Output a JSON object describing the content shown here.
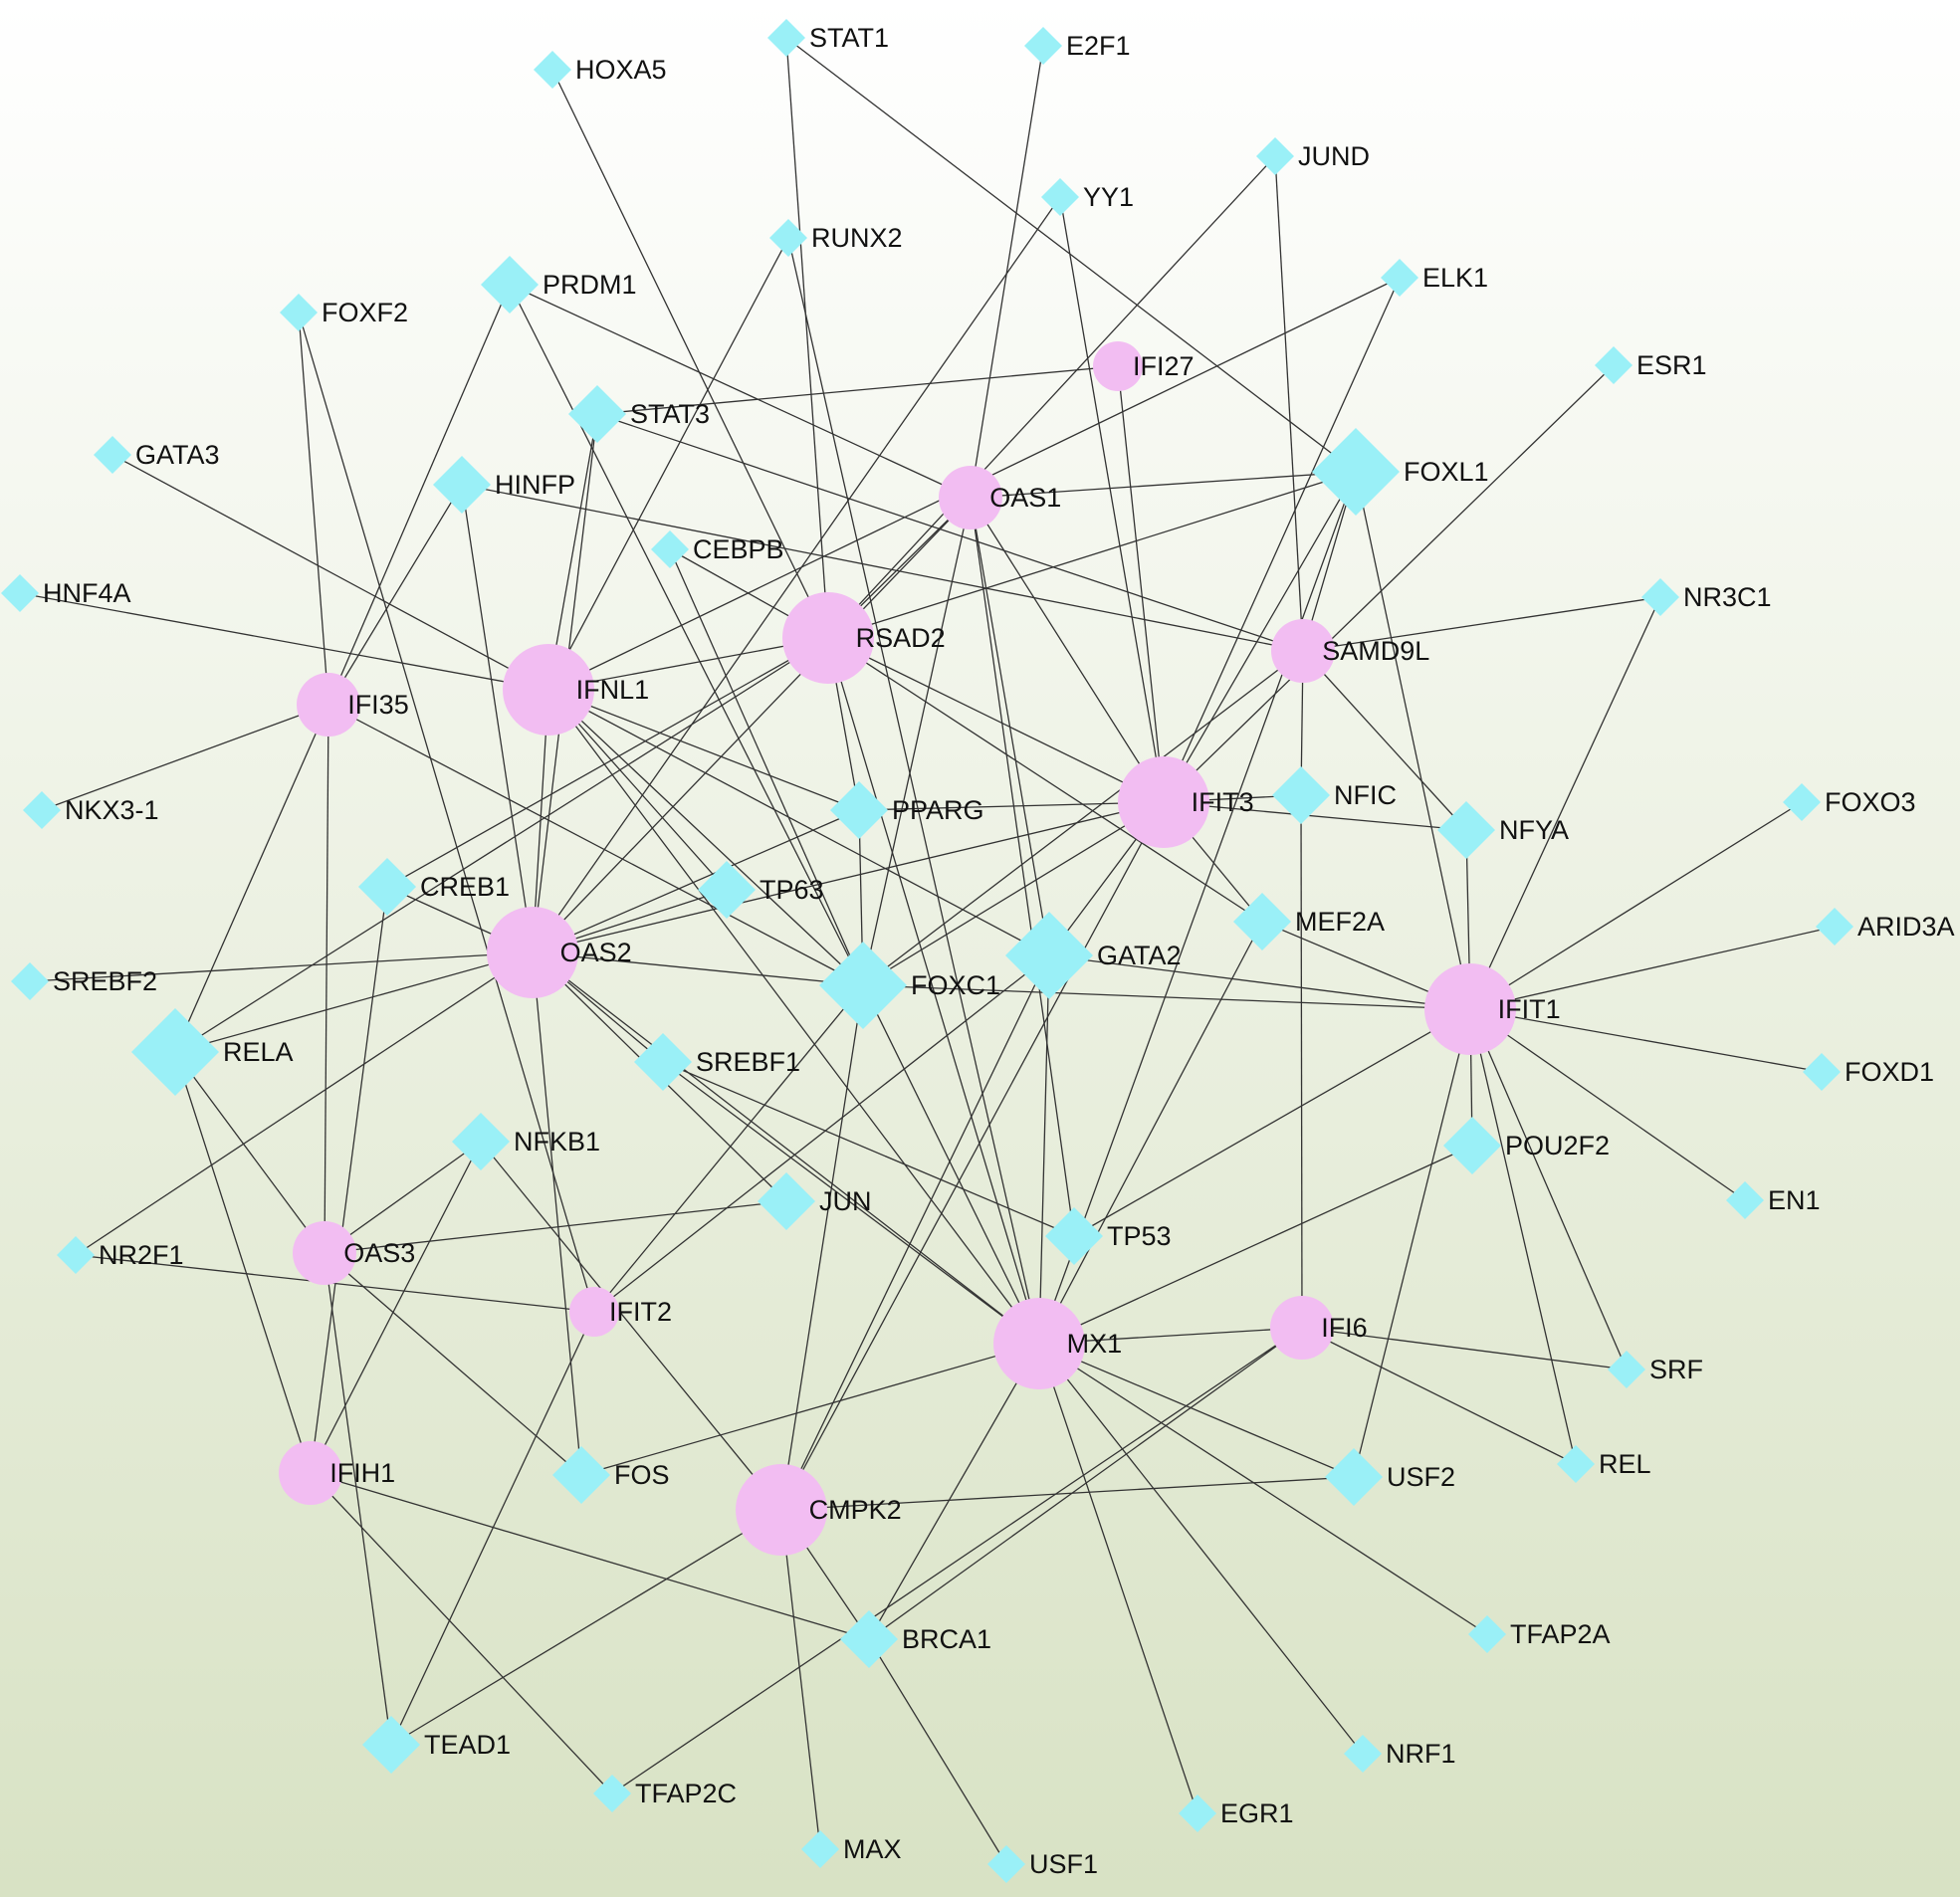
{
  "colors": {
    "gene_node": "#f2bdf2",
    "tf_node": "#9af0f7",
    "edge": "#333333",
    "background_top": "#ffffff",
    "background_bottom": "#d8e2c4"
  },
  "nodes": [
    {
      "id": "STAT1",
      "type": "tf",
      "size": "s"
    },
    {
      "id": "E2F1",
      "type": "tf",
      "size": "s"
    },
    {
      "id": "HOXA5",
      "type": "tf",
      "size": "s"
    },
    {
      "id": "JUND",
      "type": "tf",
      "size": "s"
    },
    {
      "id": "YY1",
      "type": "tf",
      "size": "s"
    },
    {
      "id": "RUNX2",
      "type": "tf",
      "size": "s"
    },
    {
      "id": "ELK1",
      "type": "tf",
      "size": "s"
    },
    {
      "id": "PRDM1",
      "type": "tf",
      "size": "m"
    },
    {
      "id": "FOXF2",
      "type": "tf",
      "size": "s"
    },
    {
      "id": "IFI27",
      "type": "gene",
      "size": "s"
    },
    {
      "id": "ESR1",
      "type": "tf",
      "size": "s"
    },
    {
      "id": "STAT3",
      "type": "tf",
      "size": "m"
    },
    {
      "id": "GATA3",
      "type": "tf",
      "size": "s"
    },
    {
      "id": "FOXL1",
      "type": "tf",
      "size": "l"
    },
    {
      "id": "HINFP",
      "type": "tf",
      "size": "m"
    },
    {
      "id": "OAS1",
      "type": "gene",
      "size": "m"
    },
    {
      "id": "CEBPB",
      "type": "tf",
      "size": "s"
    },
    {
      "id": "HNF4A",
      "type": "tf",
      "size": "s"
    },
    {
      "id": "NR3C1",
      "type": "tf",
      "size": "s"
    },
    {
      "id": "RSAD2",
      "type": "gene",
      "size": "l"
    },
    {
      "id": "SAMD9L",
      "type": "gene",
      "size": "m"
    },
    {
      "id": "IFNL1",
      "type": "gene",
      "size": "l"
    },
    {
      "id": "IFI35",
      "type": "gene",
      "size": "m"
    },
    {
      "id": "NKX3-1",
      "type": "tf",
      "size": "s"
    },
    {
      "id": "FOXO3",
      "type": "tf",
      "size": "s"
    },
    {
      "id": "IFIT3",
      "type": "gene",
      "size": "l"
    },
    {
      "id": "NFIC",
      "type": "tf",
      "size": "m"
    },
    {
      "id": "PPARG",
      "type": "tf",
      "size": "m"
    },
    {
      "id": "NFYA",
      "type": "tf",
      "size": "m"
    },
    {
      "id": "CREB1",
      "type": "tf",
      "size": "m"
    },
    {
      "id": "TP63",
      "type": "tf",
      "size": "m"
    },
    {
      "id": "MEF2A",
      "type": "tf",
      "size": "m"
    },
    {
      "id": "ARID3A",
      "type": "tf",
      "size": "s"
    },
    {
      "id": "OAS2",
      "type": "gene",
      "size": "l"
    },
    {
      "id": "GATA2",
      "type": "tf",
      "size": "l"
    },
    {
      "id": "SREBF2",
      "type": "tf",
      "size": "s"
    },
    {
      "id": "FOXC1",
      "type": "tf",
      "size": "l"
    },
    {
      "id": "IFIT1",
      "type": "gene",
      "size": "l"
    },
    {
      "id": "RELA",
      "type": "tf",
      "size": "l"
    },
    {
      "id": "SREBF1",
      "type": "tf",
      "size": "m"
    },
    {
      "id": "FOXD1",
      "type": "tf",
      "size": "s"
    },
    {
      "id": "NFKB1",
      "type": "tf",
      "size": "m"
    },
    {
      "id": "POU2F2",
      "type": "tf",
      "size": "m"
    },
    {
      "id": "EN1",
      "type": "tf",
      "size": "s"
    },
    {
      "id": "JUN",
      "type": "tf",
      "size": "m"
    },
    {
      "id": "NR2F1",
      "type": "tf",
      "size": "s"
    },
    {
      "id": "OAS3",
      "type": "gene",
      "size": "m"
    },
    {
      "id": "TP53",
      "type": "tf",
      "size": "m"
    },
    {
      "id": "IFIT2",
      "type": "gene",
      "size": "s"
    },
    {
      "id": "IFI6",
      "type": "gene",
      "size": "m"
    },
    {
      "id": "MX1",
      "type": "gene",
      "size": "l"
    },
    {
      "id": "SRF",
      "type": "tf",
      "size": "s"
    },
    {
      "id": "IFIH1",
      "type": "gene",
      "size": "m"
    },
    {
      "id": "FOS",
      "type": "tf",
      "size": "m"
    },
    {
      "id": "USF2",
      "type": "tf",
      "size": "m"
    },
    {
      "id": "REL",
      "type": "tf",
      "size": "s"
    },
    {
      "id": "CMPK2",
      "type": "gene",
      "size": "l"
    },
    {
      "id": "BRCA1",
      "type": "tf",
      "size": "m"
    },
    {
      "id": "TFAP2A",
      "type": "tf",
      "size": "s"
    },
    {
      "id": "TEAD1",
      "type": "tf",
      "size": "m"
    },
    {
      "id": "NRF1",
      "type": "tf",
      "size": "s"
    },
    {
      "id": "TFAP2C",
      "type": "tf",
      "size": "s"
    },
    {
      "id": "EGR1",
      "type": "tf",
      "size": "s"
    },
    {
      "id": "MAX",
      "type": "tf",
      "size": "s"
    },
    {
      "id": "USF1",
      "type": "tf",
      "size": "s"
    }
  ],
  "edges": [
    [
      "STAT1",
      "RSAD2"
    ],
    [
      "STAT1",
      "FOXL1"
    ],
    [
      "E2F1",
      "OAS1"
    ],
    [
      "HOXA5",
      "RSAD2"
    ],
    [
      "JUND",
      "RSAD2"
    ],
    [
      "JUND",
      "SAMD9L"
    ],
    [
      "YY1",
      "IFIT3"
    ],
    [
      "YY1",
      "OAS2"
    ],
    [
      "RUNX2",
      "IFNL1"
    ],
    [
      "RUNX2",
      "MX1"
    ],
    [
      "ELK1",
      "IFIT3"
    ],
    [
      "ELK1",
      "IFNL1"
    ],
    [
      "PRDM1",
      "OAS1"
    ],
    [
      "PRDM1",
      "IFI35"
    ],
    [
      "PRDM1",
      "FOXC1"
    ],
    [
      "FOXF2",
      "IFI35"
    ],
    [
      "FOXF2",
      "IFIT2"
    ],
    [
      "IFI27",
      "STAT3"
    ],
    [
      "IFI27",
      "IFIT3"
    ],
    [
      "ESR1",
      "IFIT3"
    ],
    [
      "STAT3",
      "SAMD9L"
    ],
    [
      "STAT3",
      "IFNL1"
    ],
    [
      "STAT3",
      "OAS2"
    ],
    [
      "GATA3",
      "IFNL1"
    ],
    [
      "FOXL1",
      "OAS1"
    ],
    [
      "FOXL1",
      "RSAD2"
    ],
    [
      "FOXL1",
      "SAMD9L"
    ],
    [
      "FOXL1",
      "IFIT3"
    ],
    [
      "FOXL1",
      "IFIT1"
    ],
    [
      "FOXL1",
      "MX1"
    ],
    [
      "HINFP",
      "SAMD9L"
    ],
    [
      "HINFP",
      "IFI35"
    ],
    [
      "HINFP",
      "OAS2"
    ],
    [
      "OAS1",
      "RSAD2"
    ],
    [
      "OAS1",
      "IFIT3"
    ],
    [
      "OAS1",
      "OAS2"
    ],
    [
      "OAS1",
      "GATA2"
    ],
    [
      "OAS1",
      "FOXC1"
    ],
    [
      "OAS1",
      "TP53"
    ],
    [
      "CEBPB",
      "RSAD2"
    ],
    [
      "CEBPB",
      "FOXC1"
    ],
    [
      "HNF4A",
      "IFNL1"
    ],
    [
      "NR3C1",
      "SAMD9L"
    ],
    [
      "NR3C1",
      "IFIT1"
    ],
    [
      "RSAD2",
      "IFNL1"
    ],
    [
      "RSAD2",
      "IFIT3"
    ],
    [
      "RSAD2",
      "PPARG"
    ],
    [
      "RSAD2",
      "MEF2A"
    ],
    [
      "RSAD2",
      "RELA"
    ],
    [
      "RSAD2",
      "CREB1"
    ],
    [
      "RSAD2",
      "MX1"
    ],
    [
      "SAMD9L",
      "NFIC"
    ],
    [
      "SAMD9L",
      "NFYA"
    ],
    [
      "SAMD9L",
      "FOXC1"
    ],
    [
      "IFNL1",
      "PPARG"
    ],
    [
      "IFNL1",
      "GATA2"
    ],
    [
      "IFNL1",
      "FOXC1"
    ],
    [
      "IFNL1",
      "MX1"
    ],
    [
      "IFNL1",
      "OAS2"
    ],
    [
      "IFI35",
      "NKX3-1"
    ],
    [
      "IFI35",
      "FOXC1"
    ],
    [
      "IFI35",
      "RELA"
    ],
    [
      "IFI35",
      "OAS3"
    ],
    [
      "FOXO3",
      "IFIT1"
    ],
    [
      "IFIT3",
      "NFIC"
    ],
    [
      "IFIT3",
      "NFYA"
    ],
    [
      "IFIT3",
      "PPARG"
    ],
    [
      "IFIT3",
      "MEF2A"
    ],
    [
      "IFIT3",
      "GATA2"
    ],
    [
      "IFIT3",
      "FOXC1"
    ],
    [
      "IFIT3",
      "OAS2"
    ],
    [
      "IFIT3",
      "CMPK2"
    ],
    [
      "NFIC",
      "IFI6"
    ],
    [
      "NFYA",
      "IFIT1"
    ],
    [
      "PPARG",
      "OAS2"
    ],
    [
      "PPARG",
      "FOXC1"
    ],
    [
      "CREB1",
      "OAS2"
    ],
    [
      "CREB1",
      "IFIH1"
    ],
    [
      "TP63",
      "IFNL1"
    ],
    [
      "TP63",
      "OAS2"
    ],
    [
      "MEF2A",
      "IFIT1"
    ],
    [
      "MEF2A",
      "MX1"
    ],
    [
      "ARID3A",
      "IFIT1"
    ],
    [
      "OAS2",
      "SREBF2"
    ],
    [
      "OAS2",
      "RELA"
    ],
    [
      "OAS2",
      "FOXC1"
    ],
    [
      "OAS2",
      "SREBF1"
    ],
    [
      "OAS2",
      "JUN"
    ],
    [
      "OAS2",
      "MX1"
    ],
    [
      "OAS2",
      "NR2F1"
    ],
    [
      "OAS2",
      "FOS"
    ],
    [
      "GATA2",
      "IFIT1"
    ],
    [
      "GATA2",
      "MX1"
    ],
    [
      "GATA2",
      "IFIT2"
    ],
    [
      "GATA2",
      "CMPK2"
    ],
    [
      "FOXC1",
      "IFIT1"
    ],
    [
      "FOXC1",
      "IFIT2"
    ],
    [
      "FOXC1",
      "MX1"
    ],
    [
      "FOXC1",
      "CMPK2"
    ],
    [
      "IFIT1",
      "FOXD1"
    ],
    [
      "IFIT1",
      "POU2F2"
    ],
    [
      "IFIT1",
      "EN1"
    ],
    [
      "IFIT1",
      "SRF"
    ],
    [
      "IFIT1",
      "REL"
    ],
    [
      "IFIT1",
      "USF2"
    ],
    [
      "IFIT1",
      "TP53"
    ],
    [
      "RELA",
      "OAS3"
    ],
    [
      "RELA",
      "IFIH1"
    ],
    [
      "SREBF1",
      "TP53"
    ],
    [
      "SREBF1",
      "MX1"
    ],
    [
      "NFKB1",
      "OAS3"
    ],
    [
      "NFKB1",
      "IFIH1"
    ],
    [
      "NFKB1",
      "CMPK2"
    ],
    [
      "POU2F2",
      "MX1"
    ],
    [
      "JUN",
      "OAS3"
    ],
    [
      "NR2F1",
      "IFIT2"
    ],
    [
      "OAS3",
      "FOS"
    ],
    [
      "OAS3",
      "TEAD1"
    ],
    [
      "IFIT2",
      "TEAD1"
    ],
    [
      "IFI6",
      "MX1"
    ],
    [
      "IFI6",
      "SRF"
    ],
    [
      "IFI6",
      "REL"
    ],
    [
      "IFI6",
      "BRCA1"
    ],
    [
      "IFI6",
      "TFAP2C"
    ],
    [
      "MX1",
      "FOS"
    ],
    [
      "MX1",
      "USF2"
    ],
    [
      "MX1",
      "TFAP2A"
    ],
    [
      "MX1",
      "NRF1"
    ],
    [
      "MX1",
      "EGR1"
    ],
    [
      "MX1",
      "BRCA1"
    ],
    [
      "IFIH1",
      "BRCA1"
    ],
    [
      "IFIH1",
      "TFAP2C"
    ],
    [
      "USF2",
      "CMPK2"
    ],
    [
      "CMPK2",
      "BRCA1"
    ],
    [
      "CMPK2",
      "TEAD1"
    ],
    [
      "CMPK2",
      "MAX"
    ],
    [
      "BRCA1",
      "USF1"
    ]
  ]
}
